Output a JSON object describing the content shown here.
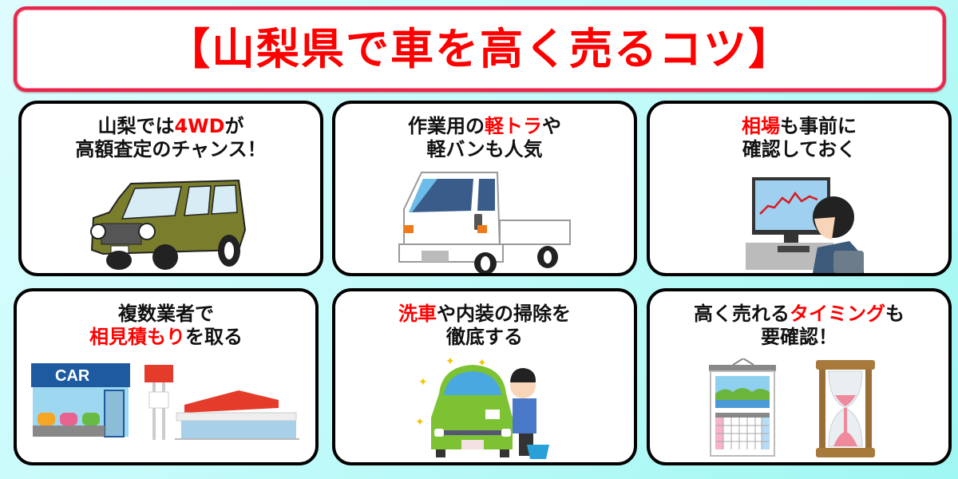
{
  "header": {
    "title": "【山梨県で車を高く売るコツ】"
  },
  "cards": [
    {
      "line1": {
        "pre": "山梨では",
        "em": "4WD",
        "post": "が"
      },
      "line2": {
        "pre": "高額査定のチャンス！",
        "em": "",
        "post": ""
      },
      "illustration": "green-4wd-jeep"
    },
    {
      "line1": {
        "pre": "作業用の",
        "em": "軽トラ",
        "post": "や"
      },
      "line2": {
        "pre": "軽バンも人気",
        "em": "",
        "post": ""
      },
      "illustration": "white-kei-truck"
    },
    {
      "line1": {
        "pre": "",
        "em": "相場",
        "post": "も事前に"
      },
      "line2": {
        "pre": "確認しておく",
        "em": "",
        "post": ""
      },
      "illustration": "person-checking-chart-on-monitor"
    },
    {
      "line1": {
        "pre": "複数業者で",
        "em": "",
        "post": ""
      },
      "line2": {
        "pre": "",
        "em": "相見積もり",
        "post": "を取る"
      },
      "illustration": "car-dealer-and-shop",
      "sign_text": "CAR"
    },
    {
      "line1": {
        "pre": "",
        "em": "洗車",
        "post": "や内装の掃除を"
      },
      "line2": {
        "pre": "徹底する",
        "em": "",
        "post": ""
      },
      "illustration": "man-washing-green-car"
    },
    {
      "line1": {
        "pre": "高く売れる",
        "em": "タイミング",
        "post": "も"
      },
      "line2": {
        "pre": "要確認！",
        "em": "",
        "post": ""
      },
      "illustration": "calendar-and-hourglass"
    }
  ],
  "colors": {
    "accent_red": "#ff0000",
    "header_border": "#e8264a",
    "card_border": "#000000",
    "background_start": "#dffcfd",
    "background_end": "#9ff7f2"
  }
}
